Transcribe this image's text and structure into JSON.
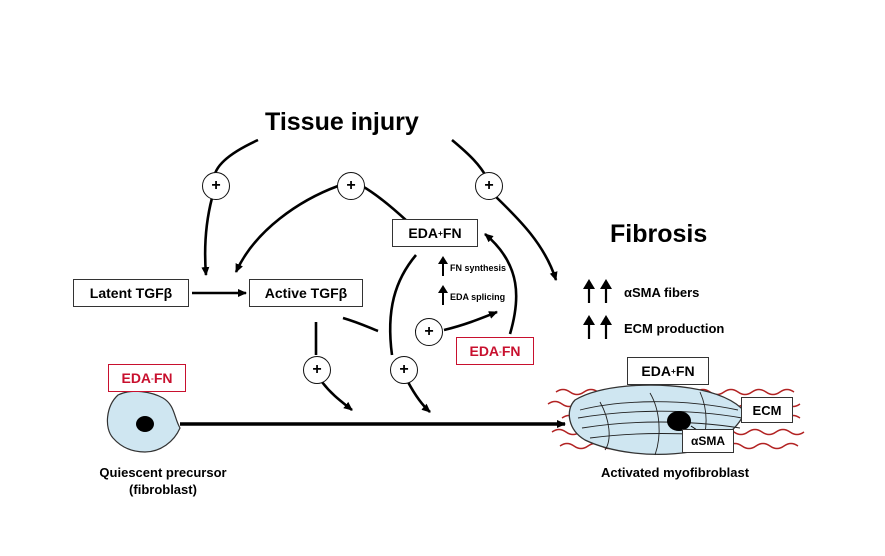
{
  "title": "Tissue injury",
  "fibrosis_title": "Fibrosis",
  "nodes": {
    "latent_tgfb": "Latent TGFβ",
    "active_tgfb": "Active TGFβ",
    "eda_plus_fn_top": {
      "base": "EDA",
      "sup": "+",
      "rest": "FN"
    },
    "eda_minus_fn_mid": {
      "base": "EDA",
      "sup": "-",
      "rest": "FN"
    },
    "eda_minus_fn_left": {
      "base": "EDA",
      "sup": "-",
      "rest": "FN"
    },
    "eda_plus_fn_cell": {
      "base": "EDA",
      "sup": "+",
      "rest": "FN"
    },
    "ecm_label": "ECM",
    "asma_label": "αSMA"
  },
  "annotations": {
    "fn_synthesis": "FN synthesis",
    "eda_splicing": "EDA splicing"
  },
  "fibrosis_items": [
    {
      "arrows": "↑↑",
      "label": "αSMA fibers"
    },
    {
      "arrows": "↑↑",
      "label": "ECM production"
    }
  ],
  "plus_symbol": "+",
  "captions": {
    "quiescent_line1": "Quiescent precursor",
    "quiescent_line2": "(fibroblast)",
    "activated": "Activated myofibroblast"
  },
  "colors": {
    "accent_red": "#c8102e",
    "cell_fill": "#cfe6f1",
    "fiber_red": "#b22222"
  },
  "icons": [
    "up-arrow-icon",
    "plus-circle-icon",
    "cell-icon",
    "myofibroblast-icon"
  ]
}
